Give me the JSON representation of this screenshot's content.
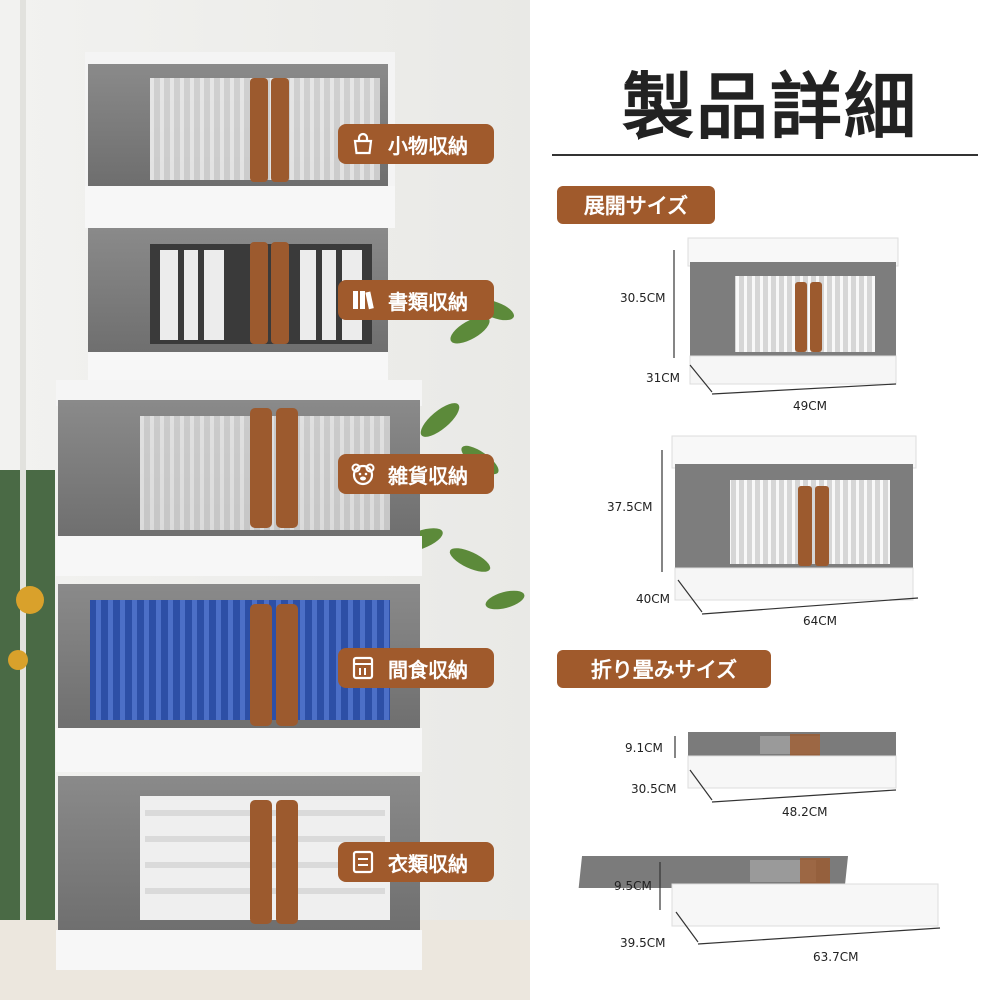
{
  "title": "製品詳細",
  "colors": {
    "accent": "#a05a2c",
    "handle": "#9c5a2e",
    "text": "#222222"
  },
  "storage_labels": [
    {
      "icon": "handbag-icon",
      "text": "小物収納"
    },
    {
      "icon": "books-icon",
      "text": "書類収納"
    },
    {
      "icon": "bear-icon",
      "text": "雑貨収納"
    },
    {
      "icon": "snack-icon",
      "text": "間食収納"
    },
    {
      "icon": "clothes-icon",
      "text": "衣類収納"
    }
  ],
  "expanded": {
    "heading": "展開サイズ",
    "small": {
      "height": "30.5CM",
      "depth": "31CM",
      "width": "49CM"
    },
    "large": {
      "height": "37.5CM",
      "depth": "40CM",
      "width": "64CM"
    }
  },
  "folded": {
    "heading": "折り畳みサイズ",
    "small": {
      "height": "9.1CM",
      "depth": "30.5CM",
      "width": "48.2CM"
    },
    "large": {
      "height": "9.5CM",
      "depth": "39.5CM",
      "width": "63.7CM"
    }
  }
}
